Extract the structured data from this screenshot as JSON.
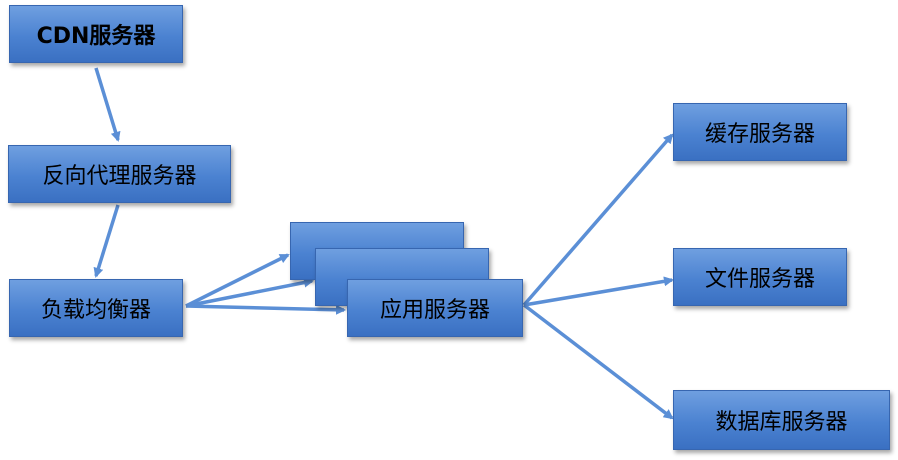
{
  "nodes": {
    "cdn": "CDN服务器",
    "reverse_proxy": "反向代理服务器",
    "load_balancer": "负载均衡器",
    "app_server": "应用服务器",
    "cache_server": "缓存服务器",
    "file_server": "文件服务器",
    "db_server": "数据库服务器"
  },
  "colors": {
    "box_fill": "#4f86d4",
    "box_border": "#3766b0",
    "arrow": "#5b8fd6"
  }
}
